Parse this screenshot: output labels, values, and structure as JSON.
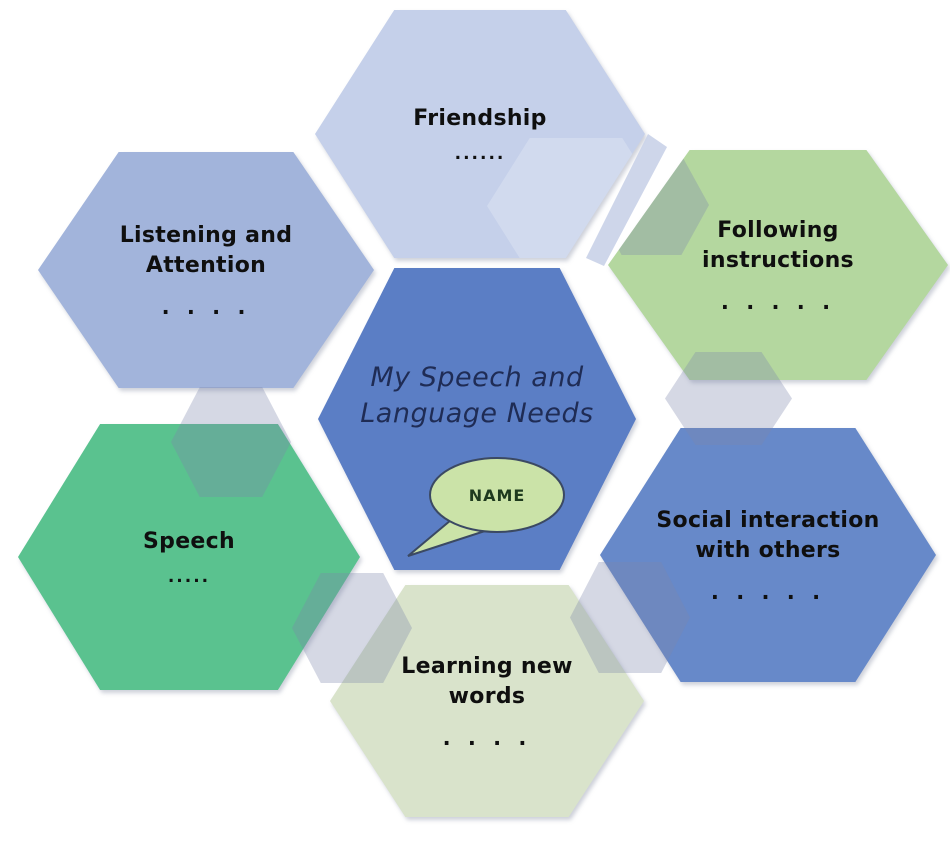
{
  "diagram": {
    "title": "My Speech and Language Needs hexagon diagram",
    "background": "#ffffff",
    "overlay_color": "rgba(123,133,170,0.32)",
    "bevel_color": "#c9d1e8"
  },
  "center": {
    "line1": "My Speech and",
    "line2": "Language Needs",
    "color": "#5b7ec5",
    "text_color": "#1f2c55",
    "bubble": {
      "label": "NAME",
      "fill": "#cbe3a8",
      "stroke": "#3b4963",
      "text_color": "#1e3a1e"
    }
  },
  "hexagons": [
    {
      "id": "friendship",
      "line1": "Friendship",
      "line2": "",
      "dots": "......",
      "color": "#c5d0ea",
      "text_color": "#0f0f0f"
    },
    {
      "id": "listening-and-attention",
      "line1": "Listening and",
      "line2": "Attention",
      "dots": ". . . .",
      "color": "#a2b4db",
      "text_color": "#0f0f0f"
    },
    {
      "id": "following-instructions",
      "line1": "Following",
      "line2": "instructions",
      "dots": ". . . . .",
      "color": "#b4d79f",
      "text_color": "#0f0f0f"
    },
    {
      "id": "speech",
      "line1": "Speech",
      "line2": "",
      "dots": ".....",
      "color": "#5ac28f",
      "text_color": "#0f0f0f"
    },
    {
      "id": "social-interaction",
      "line1": "Social interaction",
      "line2": "with others",
      "dots": ". . . . .",
      "color": "#6789c9",
      "text_color": "#0f0f0f"
    },
    {
      "id": "learning-new-words",
      "line1": "Learning new",
      "line2": "words",
      "dots": ". . . .",
      "color": "#d9e3cb",
      "text_color": "#0f0f0f"
    }
  ]
}
